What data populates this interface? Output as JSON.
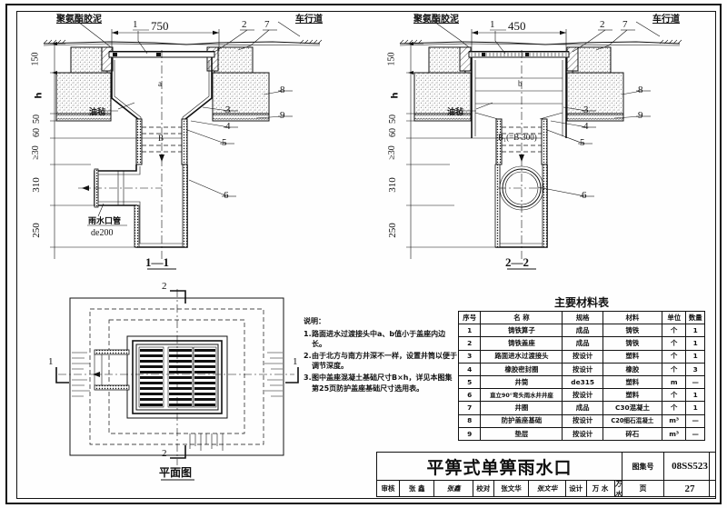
{
  "sheet": {
    "atlas_key": "图集号",
    "atlas_number": "08SS523",
    "page_key": "页",
    "page_number": "27",
    "drawing_title": "平箅式单箅雨水口"
  },
  "titleblock": {
    "signatures": [
      {
        "role": "审核",
        "name": "张 鑫",
        "sign": "张鑫"
      },
      {
        "role": "校对",
        "name": "张文华",
        "sign": "张文华"
      },
      {
        "role": "设计",
        "name": "万 水",
        "sign": "万水"
      }
    ]
  },
  "section_1_1": {
    "caption": "1—1",
    "top_labels": {
      "mastic": "聚氨酯胶泥",
      "roadway": "车行道",
      "width": "750"
    },
    "inner_labels": {
      "felt": "油毡",
      "dim_a": "a",
      "dim_B": "B",
      "pipe_note": "雨水口管",
      "pipe_spec": "de200"
    },
    "vertical_dims": [
      "150",
      "h",
      "50",
      "60",
      "≥30",
      "310",
      "250"
    ],
    "callouts": [
      "1",
      "2",
      "7",
      "8",
      "9",
      "3",
      "4",
      "5",
      "6"
    ]
  },
  "section_2_2": {
    "caption": "2—2",
    "top_labels": {
      "mastic": "聚氨酯胶泥",
      "roadway": "车行道",
      "width": "450"
    },
    "inner_labels": {
      "felt": "油毡",
      "dim_b": "b",
      "dim_B1": "B₁(=B-300)"
    },
    "vertical_dims": [
      "150",
      "h",
      "50",
      "60",
      "≥30",
      "310",
      "250"
    ],
    "callouts": [
      "1",
      "2",
      "7",
      "8",
      "9",
      "3",
      "4",
      "5",
      "6"
    ]
  },
  "plan_view": {
    "caption": "平面图",
    "section_marks": [
      "1",
      "1",
      "2",
      "2"
    ]
  },
  "notes": {
    "heading": "说明：",
    "items": [
      {
        "index": "1.",
        "text": "路面进水过渡接头中a、b值小于盖座内边长。"
      },
      {
        "index": "2.",
        "text": "由于北方与南方井深不一样，设置井筒以便于调节深度。"
      },
      {
        "index": "3.",
        "text": "图中盖座混凝土基础尺寸B×h，详见本图集第25页防护盖座基础尺寸选用表。"
      }
    ]
  },
  "materials_table": {
    "title": "主要材料表",
    "headers": [
      "序号",
      "名    称",
      "规格",
      "材料",
      "单位",
      "数量"
    ],
    "rows": [
      [
        "1",
        "铸铁算子",
        "成品",
        "铸铁",
        "个",
        "1"
      ],
      [
        "2",
        "铸铁盖座",
        "成品",
        "铸铁",
        "个",
        "1"
      ],
      [
        "3",
        "路面进水过渡接头",
        "按设计",
        "塑料",
        "个",
        "1"
      ],
      [
        "4",
        "橡胶密封圈",
        "按设计",
        "橡胶",
        "个",
        "3"
      ],
      [
        "5",
        "井筒",
        "de315",
        "塑料",
        "m",
        "—"
      ],
      [
        "6",
        "直立90°弯头雨水井井座",
        "按设计",
        "塑料",
        "个",
        "1"
      ],
      [
        "7",
        "井圈",
        "成品",
        "C30混凝土",
        "个",
        "1"
      ],
      [
        "8",
        "防护盖座基础",
        "按设计",
        "C20细石混凝土",
        "m³",
        "—"
      ],
      [
        "9",
        "垫层",
        "按设计",
        "碎石",
        "m³",
        "—"
      ]
    ]
  }
}
